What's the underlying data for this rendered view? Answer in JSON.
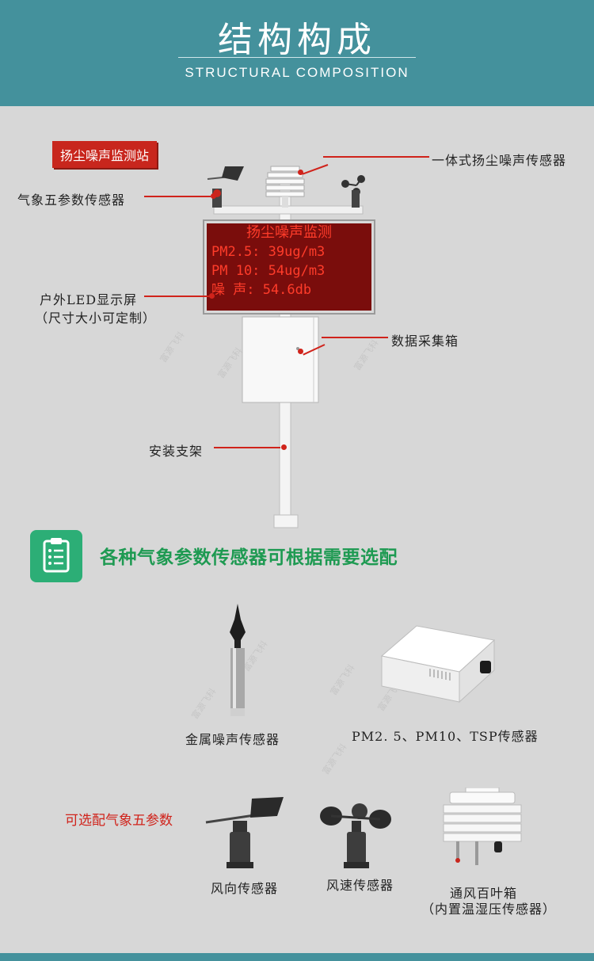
{
  "header": {
    "title": "结构构成",
    "subtitle": "STRUCTURAL COMPOSITION"
  },
  "station": {
    "tag": "扬尘噪声监测站",
    "labels": {
      "weather_sensor": "气象五参数传感器",
      "integrated_sensor": "一体式扬尘噪声传感器",
      "led_screen": "户外LED显示屏",
      "led_screen_note": "（尺寸大小可定制）",
      "data_box": "数据采集箱",
      "bracket": "安装支架"
    },
    "led": {
      "line1": "扬尘噪声监测",
      "line2": "PM2.5:  39ug/m3",
      "line3": "PM 10:  54ug/m3",
      "line4": "噪 声:   54.6db"
    }
  },
  "banner": {
    "text": "各种气象参数传感器可根据需要选配"
  },
  "products": {
    "noise": "金属噪声传感器",
    "pm": "PM2. 5、PM10、TSP传感器"
  },
  "optional": {
    "title": "可选配气象五参数",
    "wind_direction": "风向传感器",
    "wind_speed": "风速传感器",
    "louver": "通风百叶箱",
    "louver_note": "（内置温湿压传感器）"
  },
  "watermark": "富源飞科",
  "colors": {
    "header": "#44919c",
    "background": "#d7d7d7",
    "accent_red": "#d0231b",
    "banner_green": "#2cae76",
    "led_text": "#ff3c2a"
  }
}
